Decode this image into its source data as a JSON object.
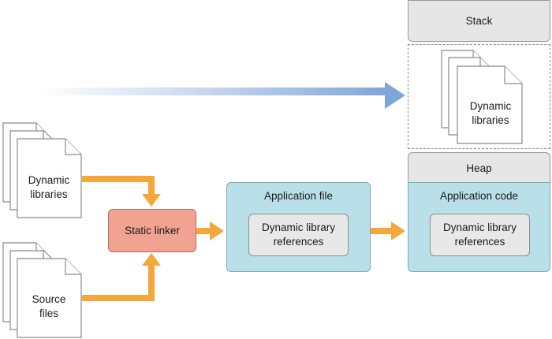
{
  "diagram": {
    "stack_label": "Stack",
    "stack_libraries": {
      "line1": "Dynamic",
      "line2": "libraries"
    },
    "heap_label": "Heap",
    "app_code": {
      "title": "Application code",
      "ref_line1": "Dynamic library",
      "ref_line2": "references"
    },
    "app_file": {
      "title": "Application file",
      "ref_line1": "Dynamic library",
      "ref_line2": "references"
    },
    "static_linker": "Static linker",
    "input_libraries": {
      "line1": "Dynamic",
      "line2": "libraries"
    },
    "source_files": {
      "line1": "Source",
      "line2": "files"
    }
  },
  "colors": {
    "arrow_orange": "#f6a73a",
    "arrow_blue": "#7fa6d9",
    "linker_fill": "#f2a291",
    "file_fill": "#b9dfe9",
    "region_fill": "#e6e6e6"
  }
}
